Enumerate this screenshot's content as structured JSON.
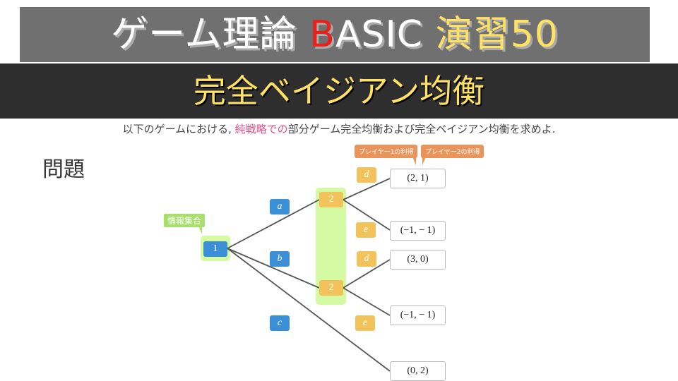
{
  "header": {
    "title_pre": "ゲーム理論 ",
    "title_b": "B",
    "title_rest": "ASIC ",
    "title_yellow": "演習50"
  },
  "subtitle": "完全ベイジアン均衡",
  "hidden_heading": "問題",
  "question": {
    "pre": "以下のゲームにおける, ",
    "highlight": "純戦略での",
    "post": "部分ゲーム完全均衡および完全ベイジアン均衡を求めよ."
  },
  "tree": {
    "info_set_label": "情報集合",
    "payoff_labels": [
      "プレイヤー1の利得",
      "プレイヤー2の利得"
    ],
    "nodes": {
      "p1": "1",
      "p2_top": "2",
      "p2_bottom": "2"
    },
    "actions_p1": [
      "a",
      "b",
      "c"
    ],
    "actions_p2": [
      "d",
      "e",
      "d",
      "e"
    ],
    "payoffs": [
      "(2, 1)",
      "(−1,  − 1)",
      "(3, 0)",
      "(−1,  − 1)",
      "(0, 2)"
    ]
  }
}
